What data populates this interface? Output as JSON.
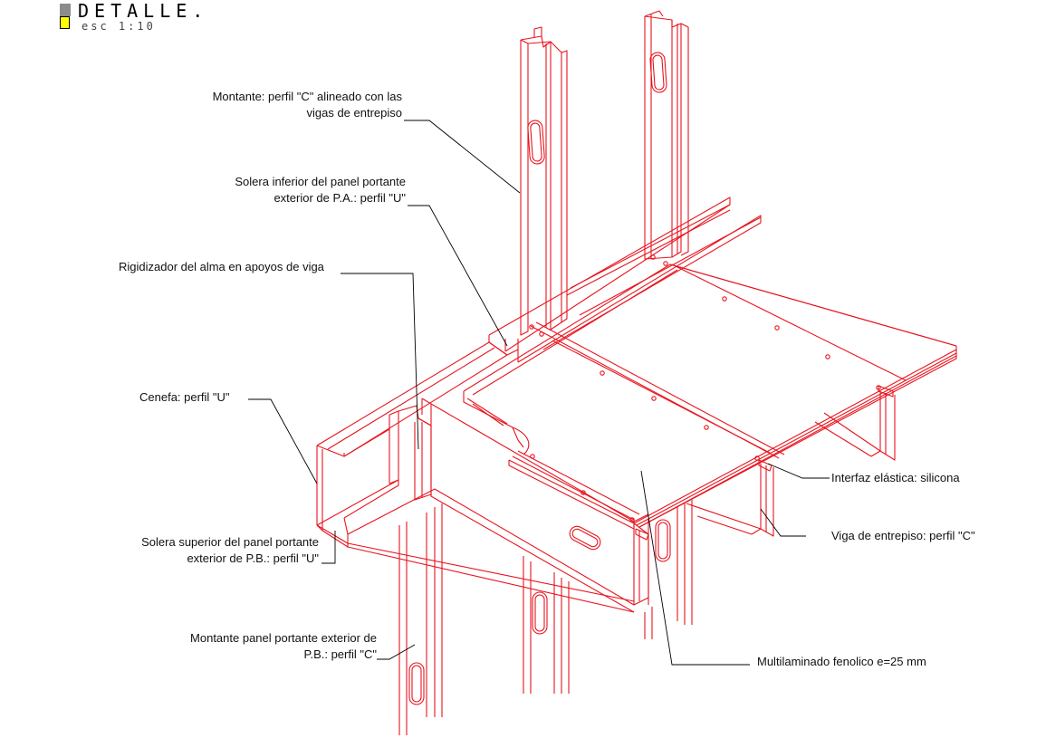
{
  "title": "DETALLE.",
  "scale": "esc 1:10",
  "colors": {
    "drawing": "#e8141e",
    "leader": "#000000",
    "title_gray": "#8c8c8c",
    "title_yellow": "#ffff00"
  },
  "labels": {
    "montante_line1": "Montante: perfil \"C\" alineado con las",
    "montante_line2": "vigas de entrepiso",
    "solera_inf_line1": "Solera inferior del panel portante",
    "solera_inf_line2": "exterior de P.A.: perfil \"U\"",
    "rigidizador": "Rigidizador del alma en apoyos de viga",
    "cenefa": "Cenefa: perfil \"U\"",
    "solera_sup_line1": "Solera superior del panel portante",
    "solera_sup_line2": "exterior de P.B.: perfil \"U\"",
    "montante_pb_line1": "Montante panel portante exterior de",
    "montante_pb_line2": "P.B.: perfil \"C\"",
    "interfaz": "Interfaz elástica: silicona",
    "viga": "Viga de entrepiso: perfil \"C\"",
    "multilaminado": "Multilaminado fenolico e=25 mm"
  }
}
